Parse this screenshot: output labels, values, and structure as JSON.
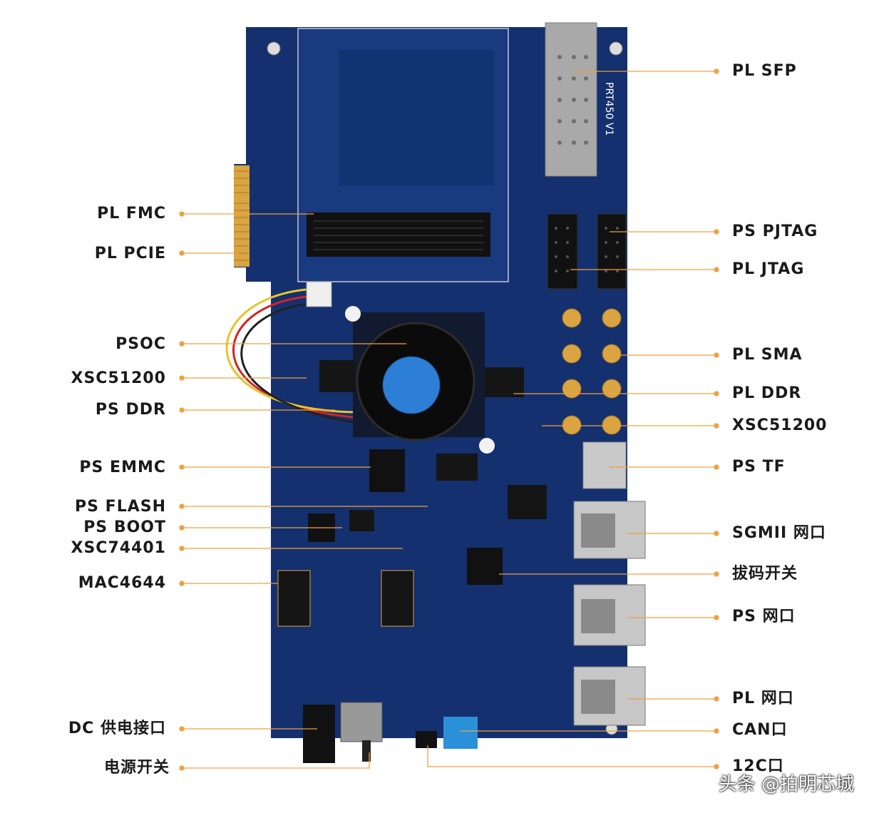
{
  "board": {
    "silk_text": "PRT450 V1",
    "fan_label_text": "",
    "colors": {
      "pcb": "#14306e",
      "pcb_dark": "#0e2356",
      "leader": "#f0a040",
      "gold": "#d9a441",
      "silver": "#b9b9b9",
      "label_text": "#1a1a1a"
    }
  },
  "labels_left": [
    {
      "id": "pl-fmc",
      "text": "PL FMC"
    },
    {
      "id": "pl-pcie",
      "text": "PL PCIE"
    },
    {
      "id": "psoc",
      "text": "PSOC"
    },
    {
      "id": "xsc51200-left",
      "text": "XSC51200"
    },
    {
      "id": "ps-ddr",
      "text": "PS DDR"
    },
    {
      "id": "ps-emmc",
      "text": "PS EMMC"
    },
    {
      "id": "ps-flash",
      "text": "PS FLASH"
    },
    {
      "id": "ps-boot",
      "text": "PS BOOT"
    },
    {
      "id": "xsc74401",
      "text": "XSC74401"
    },
    {
      "id": "mac4644",
      "text": "MAC4644"
    },
    {
      "id": "dc-power",
      "text": "DC 供电接口"
    },
    {
      "id": "power-switch",
      "text": "电源开关"
    }
  ],
  "labels_right": [
    {
      "id": "pl-sfp",
      "text": "PL SFP"
    },
    {
      "id": "ps-pjtag",
      "text": "PS PJTAG"
    },
    {
      "id": "pl-jtag",
      "text": "PL JTAG"
    },
    {
      "id": "pl-sma",
      "text": "PL SMA"
    },
    {
      "id": "pl-ddr",
      "text": "PL DDR"
    },
    {
      "id": "xsc51200-right",
      "text": "XSC51200"
    },
    {
      "id": "ps-tf",
      "text": "PS TF"
    },
    {
      "id": "sgmii-port",
      "text": "SGMII 网口"
    },
    {
      "id": "dip-switch",
      "text": "拔码开关"
    },
    {
      "id": "ps-port",
      "text": "PS 网口"
    },
    {
      "id": "pl-port",
      "text": "PL 网口"
    },
    {
      "id": "can-port",
      "text": "CAN口"
    },
    {
      "id": "i2c-port",
      "text": "12C口"
    }
  ],
  "watermark": "头条 @拍明芯城"
}
